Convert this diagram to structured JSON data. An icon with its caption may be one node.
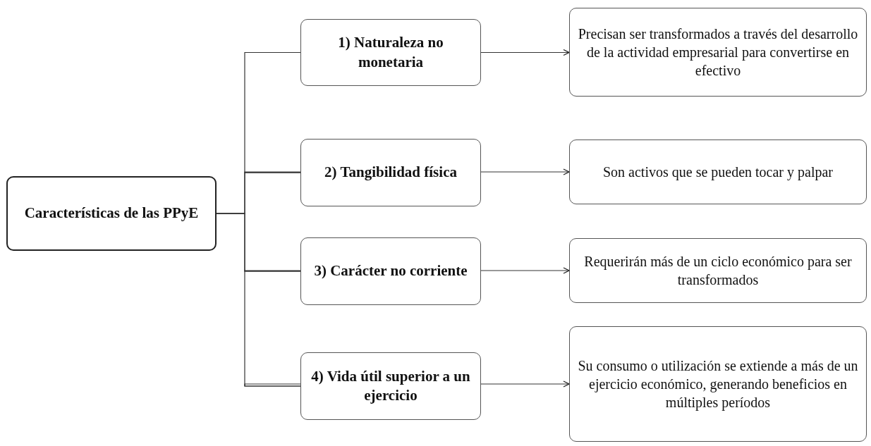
{
  "diagram": {
    "nodes": [
      {
        "text": [
          "Características de las PPyE"
        ]
      },
      {
        "text": [
          "1) Naturaleza no monetaria"
        ]
      },
      {
        "text": [
          "Precisan ser transformados a través del desarrollo de la actividad empresarial para convertirse en efectivo"
        ]
      },
      {
        "text": [
          "2) Tangibilidad física"
        ]
      },
      {
        "text": [
          "Son activos que se pueden tocar y palpar"
        ]
      },
      {
        "text": [
          "3) Carácter no corriente"
        ]
      },
      {
        "text": [
          "Requerirán más de un ciclo económico para ser transformados"
        ]
      },
      {
        "text": [
          "4) Vida útil superior a un ejercicio"
        ]
      },
      {
        "text": [
          "Su consumo o utilización se extiende a más de un ejercicio económico, generando beneficios en múltiples períodos"
        ]
      }
    ],
    "edges": [
      {
        "from": 0,
        "to": 1,
        "arrow": "none"
      },
      {
        "from": 0,
        "to": 3,
        "arrow": "none"
      },
      {
        "from": 0,
        "to": 5,
        "arrow": "none"
      },
      {
        "from": 0,
        "to": 7,
        "arrow": "none"
      },
      {
        "from": 1,
        "to": 2,
        "arrow": "to"
      },
      {
        "from": 3,
        "to": 4,
        "arrow": "to"
      },
      {
        "from": 5,
        "to": 6,
        "arrow": "to"
      },
      {
        "from": 7,
        "to": 8,
        "arrow": "to"
      }
    ]
  }
}
